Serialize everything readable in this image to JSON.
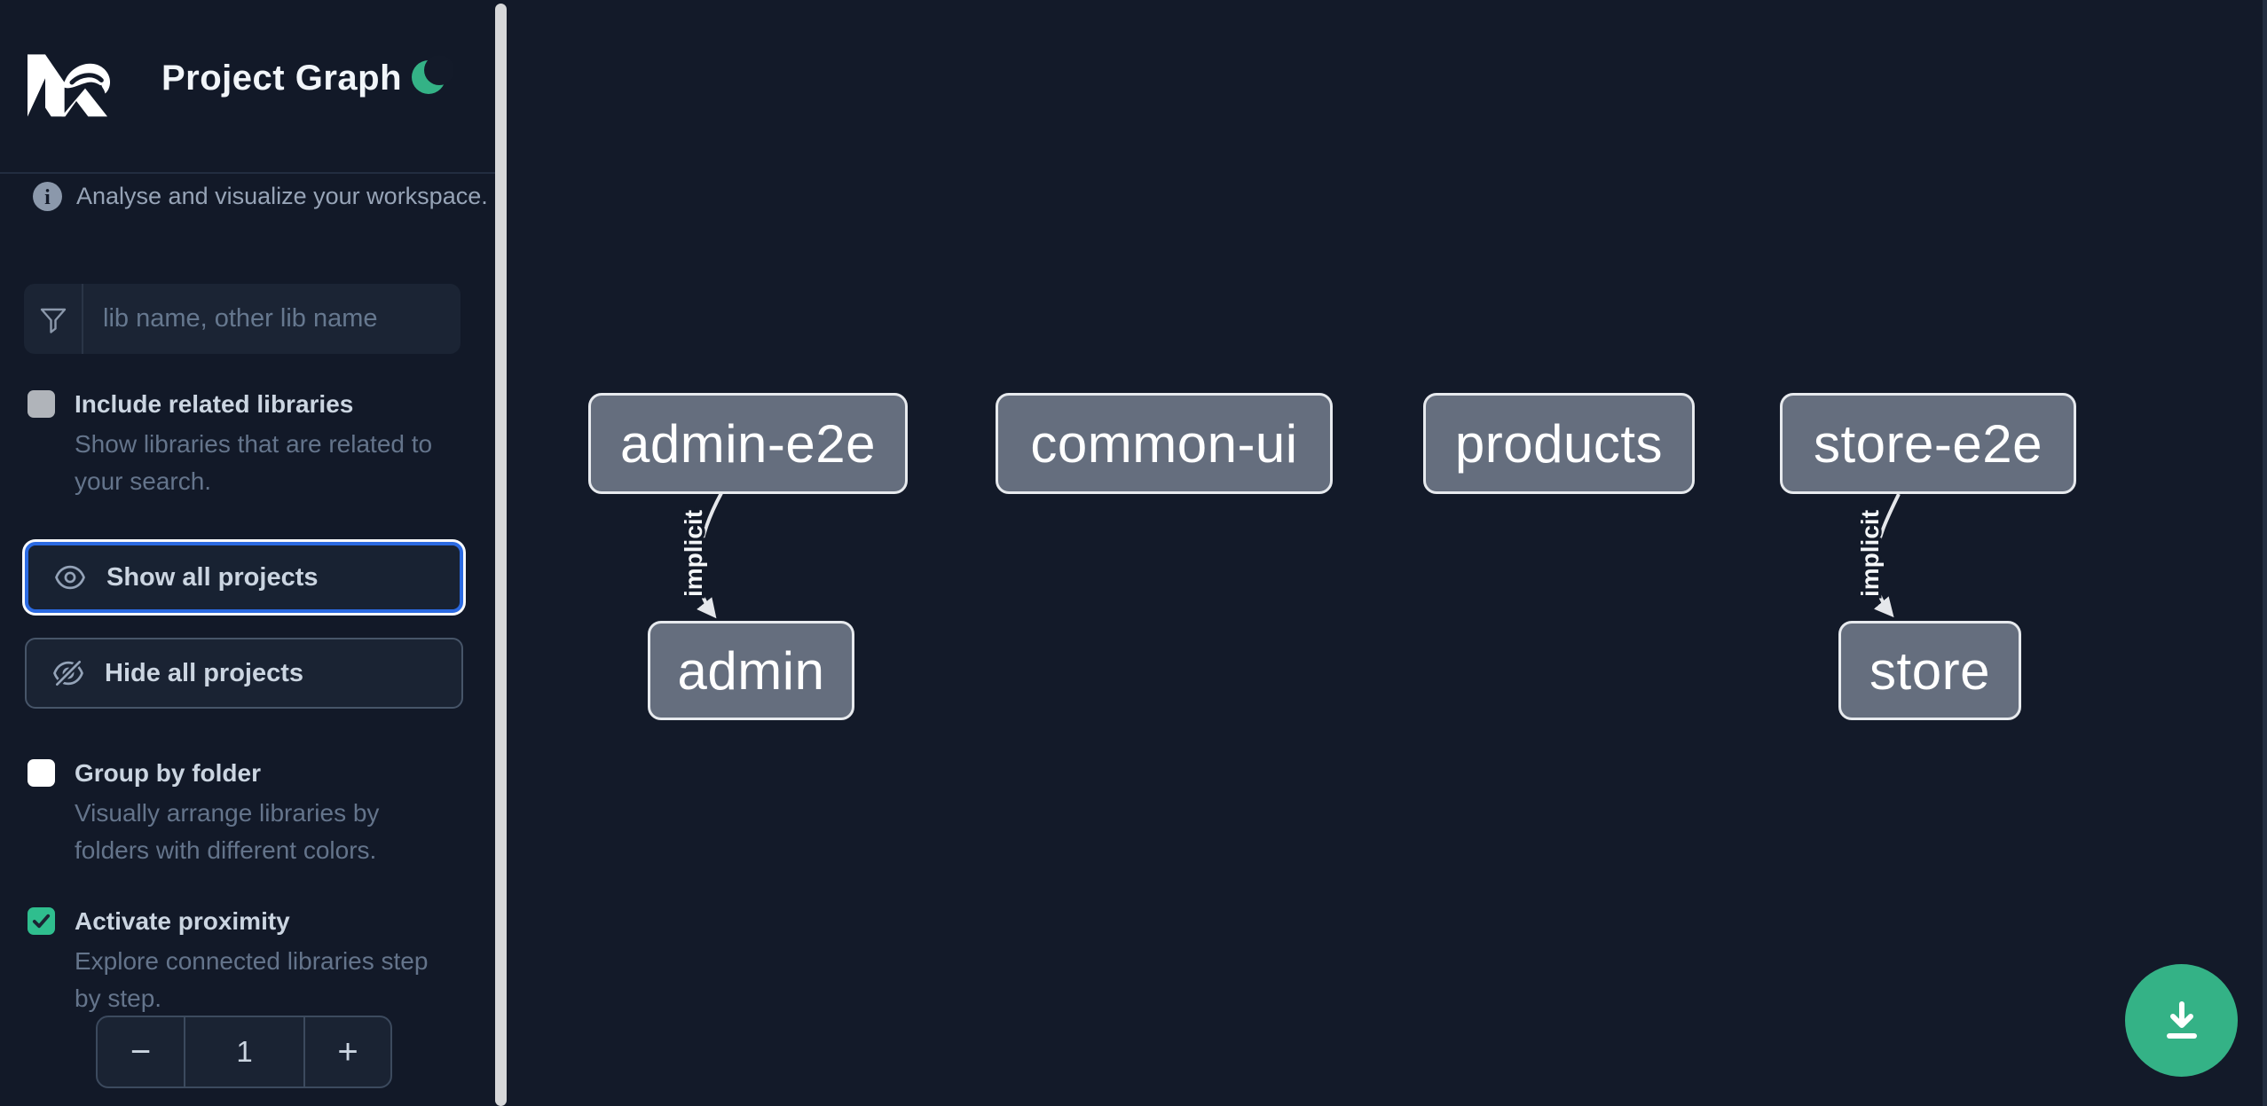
{
  "app": {
    "title": "Project Graph",
    "tagline": "Analyse and visualize your workspace."
  },
  "sidebar": {
    "search": {
      "placeholder": "lib name, other lib name"
    },
    "toggles": [
      {
        "label": "Include related libraries",
        "description": "Show libraries that are related to your search.",
        "description_lines": [
          "Show libraries that are related to",
          "your search."
        ],
        "checked": false
      },
      {
        "label": "Group by folder",
        "description": "Visually arrange libraries by folders with different colors.",
        "description_lines": [
          "Visually arrange libraries by",
          "folders with different colors."
        ],
        "checked": false
      },
      {
        "label": "Activate proximity",
        "description": "Explore connected libraries step by step.",
        "description_lines": [
          "Explore connected libraries step",
          "by step."
        ],
        "checked": true
      }
    ],
    "buttons": [
      {
        "label": "Show all projects",
        "focused": true
      },
      {
        "label": "Hide all projects",
        "focused": false
      }
    ],
    "proximity_stepper": {
      "decrement_label": "−",
      "value": "1",
      "increment_label": "+"
    }
  },
  "graph": {
    "nodes": [
      {
        "label": "admin-e2e"
      },
      {
        "label": "common-ui"
      },
      {
        "label": "products"
      },
      {
        "label": "store-e2e"
      },
      {
        "label": "admin"
      },
      {
        "label": "store"
      }
    ],
    "edges": [
      {
        "from": "admin-e2e",
        "to": "admin",
        "label": "implicit"
      },
      {
        "from": "store-e2e",
        "to": "store",
        "label": "implicit"
      }
    ]
  },
  "icons": {
    "logo": "nx-logo",
    "theme_toggle": "moon-icon",
    "tagline": "info-icon",
    "search": "funnel-icon",
    "show": "eye-icon",
    "hide": "eye-slash-icon",
    "fab": "download-icon"
  },
  "colors": {
    "background": "#131a29",
    "accent_green": "#34b286",
    "checkbox_checked_green": "#2fbe8e",
    "focus_blue": "#2b6ae2",
    "node_fill": "#656e7e",
    "node_border": "#e7eaee",
    "edge": "#e5e7eb",
    "label_text": "#cbd5e1",
    "muted_text": "#64748b"
  }
}
